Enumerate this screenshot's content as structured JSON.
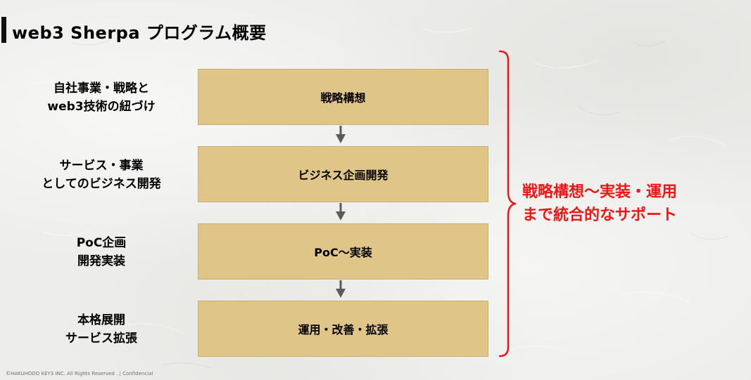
{
  "title": "web3 Sherpa プログラム概要",
  "rows": [
    {
      "label_line1": "自社事業・戦略と",
      "label_line2": "web3技術の紐づけ",
      "step": "戦略構想"
    },
    {
      "label_line1": "サービス・事業",
      "label_line2": "としてのビジネス開発",
      "step": "ビジネス企画開発"
    },
    {
      "label_line1": "PoC企画",
      "label_line2": "開発実装",
      "step": "PoC～実装"
    },
    {
      "label_line1": "本格展開",
      "label_line2": "サービス拡張",
      "step": "運用・改善・拡張"
    }
  ],
  "summary": {
    "line1": "戦略構想～実装・運用",
    "line2": "まで統合的なサポート"
  },
  "footer": "©HAKUHODO KEY3 INC. All Rights Reserved . | Confidencial",
  "colors": {
    "box_fill": "#dfc688",
    "accent_red": "#f01616",
    "arrow": "#5b5b5b"
  }
}
